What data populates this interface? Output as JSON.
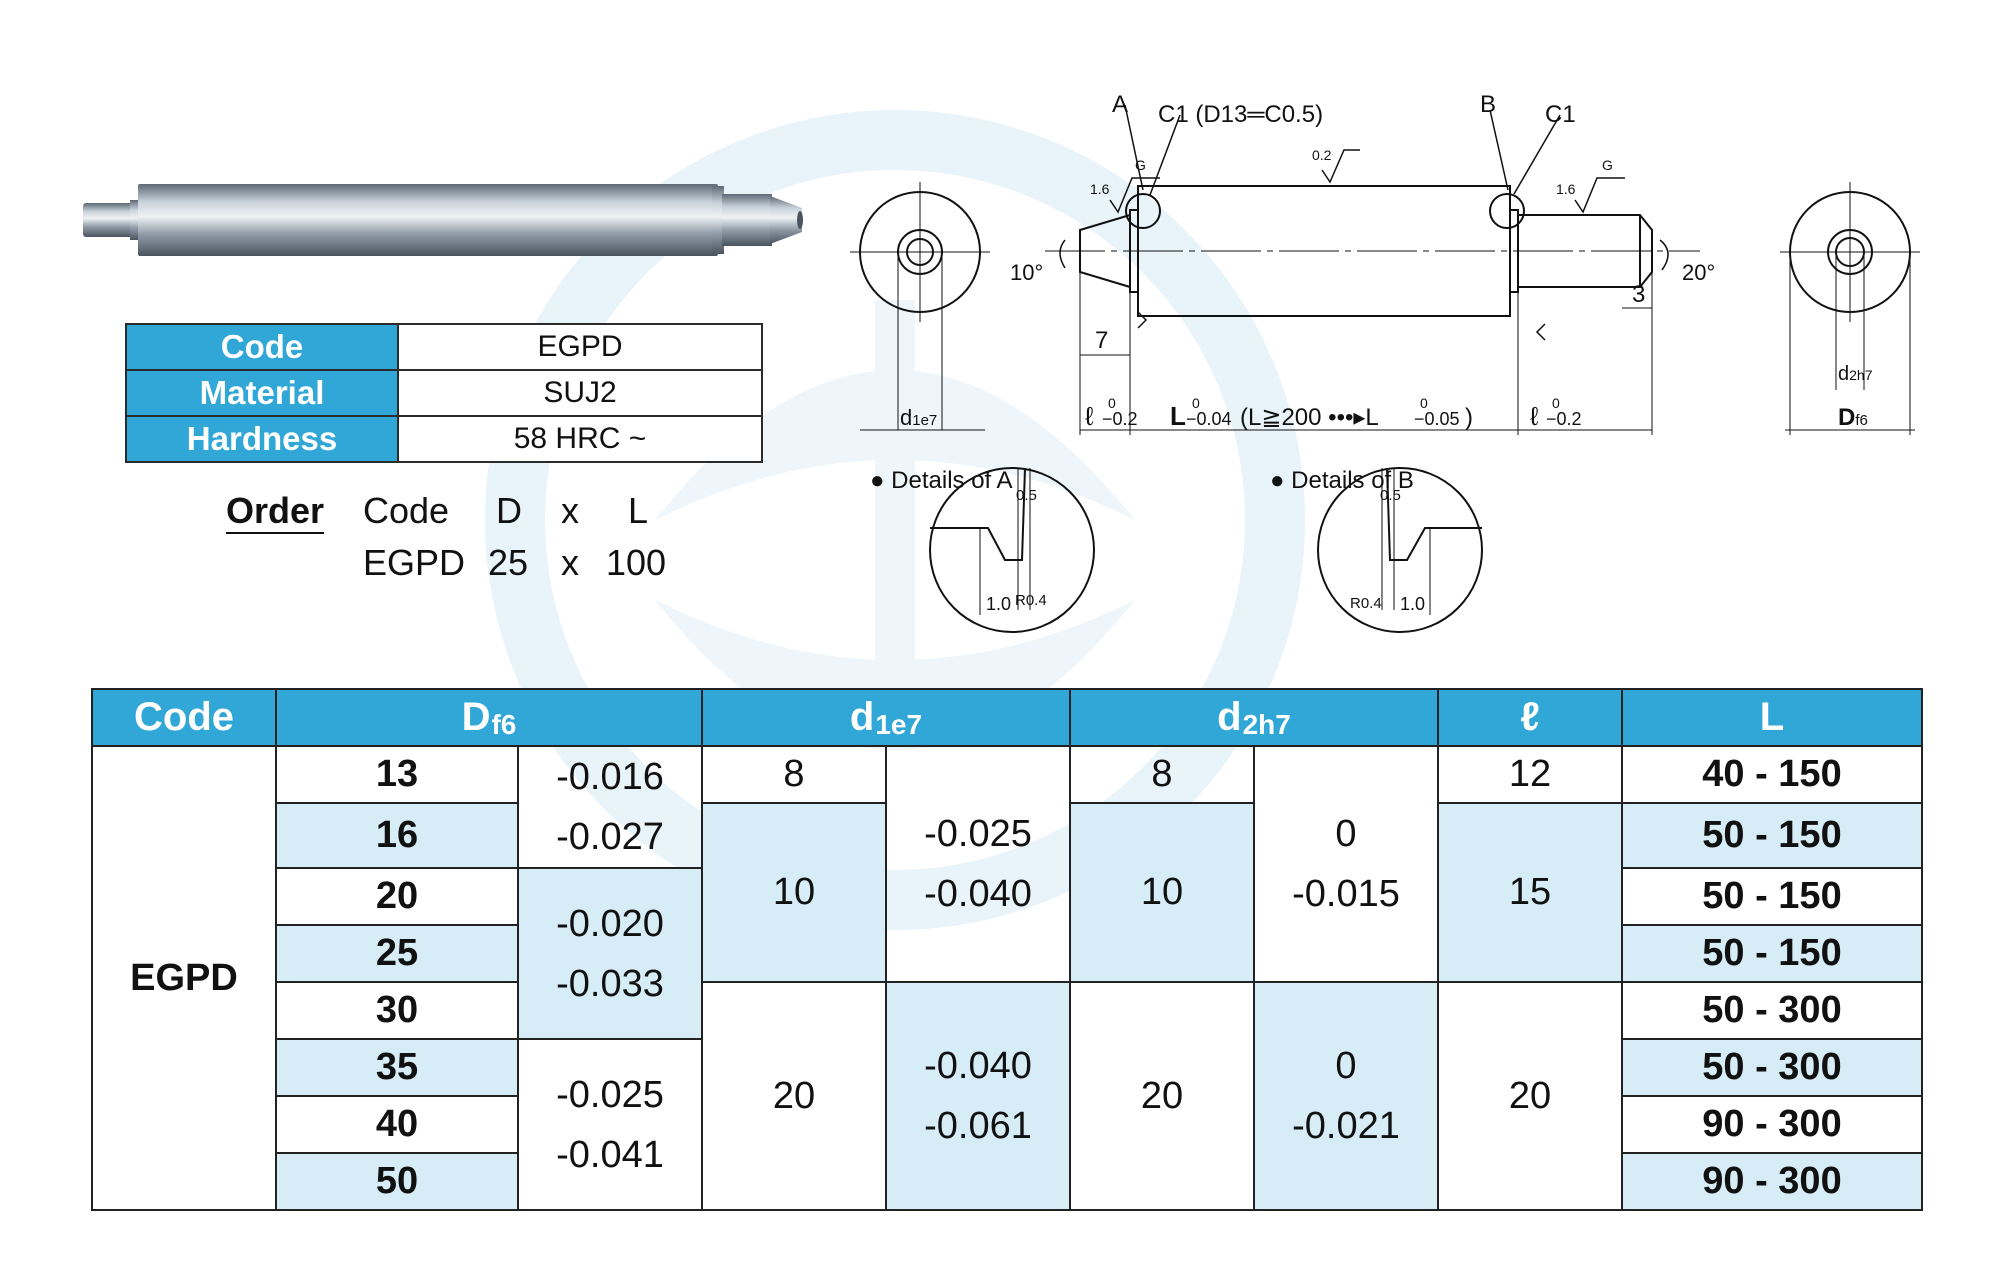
{
  "spec": {
    "rows": [
      {
        "label": "Code",
        "value": "EGPD"
      },
      {
        "label": "Material",
        "value": "SUJ2"
      },
      {
        "label": "Hardness",
        "value": "58 HRC ~"
      }
    ]
  },
  "order": {
    "heading": "Order",
    "header": {
      "code": "Code",
      "d": "D",
      "x": "x",
      "l": "L"
    },
    "example": {
      "code": "EGPD",
      "d": "25",
      "x": "x",
      "l": "100"
    }
  },
  "drawing": {
    "labels": {
      "a": "A",
      "b": "B",
      "c1a": "C1 (D13═C0.5)",
      "c1b": "C1",
      "rough02": "0.2",
      "rough16": "1.6",
      "g": "G",
      "ang10": "10°",
      "ang20": "20°",
      "dim7": "7",
      "dim3": "3",
      "d1": "d",
      "d1sub": "1e7",
      "d2": "d",
      "d2sub": "2h7",
      "bigD": "D",
      "bigDsub": "f6",
      "ell": "ℓ",
      "tol0": "0",
      "tolm02": "−0.2",
      "Lmain": "L",
      "tolm004": "−0.04",
      "Lnote": "(L≧200 •••▸L",
      "tolm005": "−0.05",
      "close": ")",
      "detailsA": "● Details of A",
      "detailsB": "● Details of B",
      "d05": "0.5",
      "d10": "1.0",
      "r04": "R0.4"
    }
  },
  "table": {
    "headers": {
      "code": "Code",
      "D": "D",
      "Dsub": "f6",
      "d1": "d",
      "d1sub": "1e7",
      "d2": "d",
      "d2sub": "2h7",
      "ell": "ℓ",
      "L": "L"
    },
    "code": "EGPD",
    "D": [
      "13",
      "16",
      "20",
      "25",
      "30",
      "35",
      "40",
      "50"
    ],
    "D_tol": [
      {
        "upper": "-0.016",
        "lower": "-0.027"
      },
      {
        "upper": "-0.020",
        "lower": "-0.033"
      },
      {
        "upper": "-0.025",
        "lower": "-0.041"
      }
    ],
    "d1": [
      "8",
      "10",
      "20"
    ],
    "d1_tol": [
      {
        "upper": "-0.025",
        "lower": "-0.040"
      },
      {
        "upper": "-0.040",
        "lower": "-0.061"
      }
    ],
    "d2": [
      "8",
      "10",
      "20"
    ],
    "d2_tol": [
      {
        "upper": "0",
        "lower": "-0.015"
      },
      {
        "upper": "0",
        "lower": "-0.021"
      }
    ],
    "ell": [
      "12",
      "15",
      "20"
    ],
    "L": [
      "40 - 150",
      "50 - 150",
      "50 - 150",
      "50 - 150",
      "50 - 300",
      "50 - 300",
      "90 - 300",
      "90 - 300"
    ]
  },
  "colors": {
    "header": "#31a7d7",
    "light": "#d6ecf7"
  }
}
